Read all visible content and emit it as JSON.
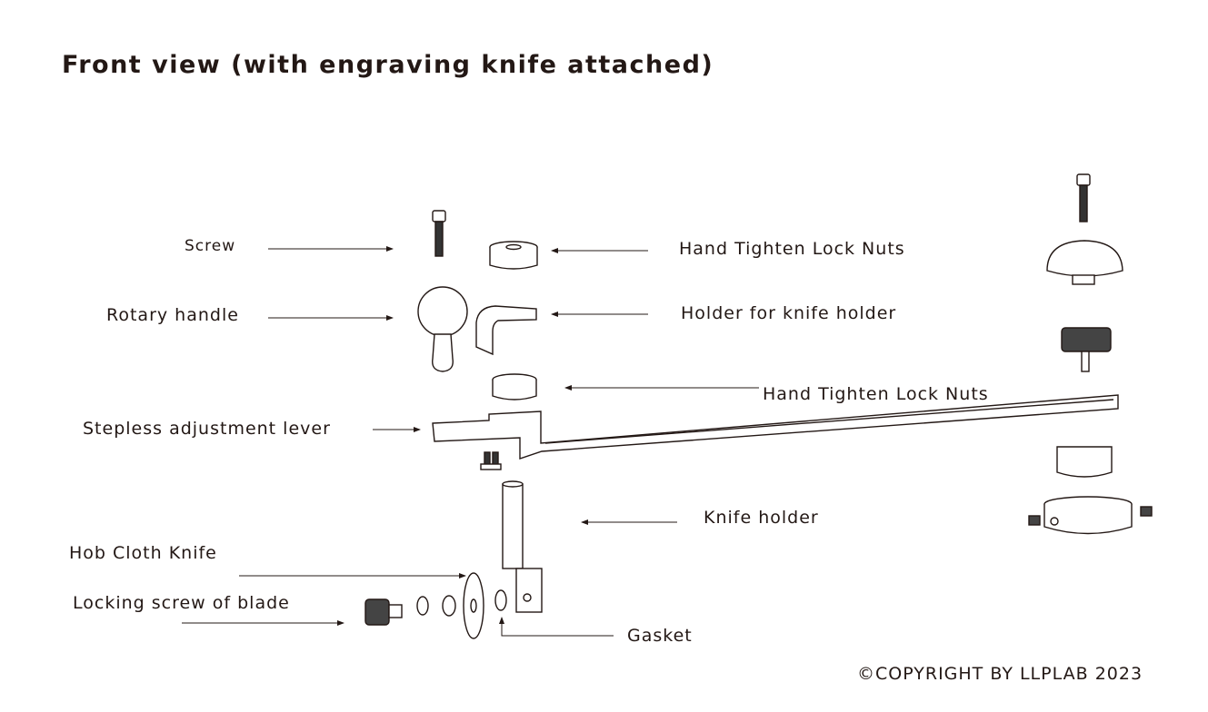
{
  "title": "Front view (with engraving knife attached)",
  "labels": {
    "screw": "Screw",
    "rotary_handle": "Rotary handle",
    "stepless_lever": "Stepless adjustment lever",
    "hob_cloth_knife": "Hob Cloth Knife",
    "locking_screw": "Locking screw of blade",
    "lock_nuts_top": "Hand Tighten Lock Nuts",
    "holder_for_knife_holder": "Holder for knife holder",
    "lock_nuts_middle": "Hand Tighten Lock Nuts",
    "knife_holder": "Knife holder",
    "gasket": "Gasket"
  },
  "copyright": "©COPYRIGHT BY LLPLAB 2023"
}
